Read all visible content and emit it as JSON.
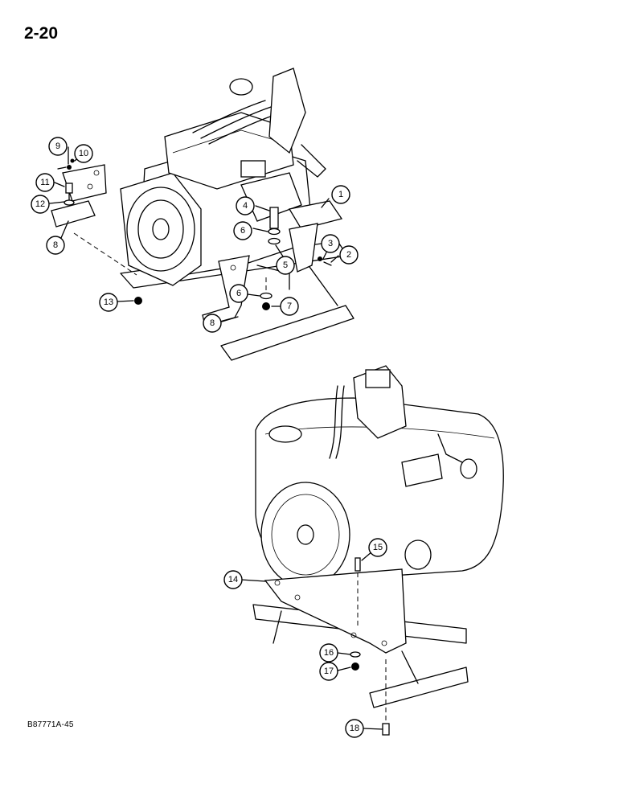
{
  "page_number": "2-20",
  "figure_code": "B87771A-45",
  "callouts": [
    "1",
    "2",
    "3",
    "4",
    "5",
    "6",
    "6",
    "7",
    "8",
    "8",
    "9",
    "10",
    "11",
    "12",
    "13",
    "14",
    "15",
    "16",
    "17",
    "18"
  ]
}
